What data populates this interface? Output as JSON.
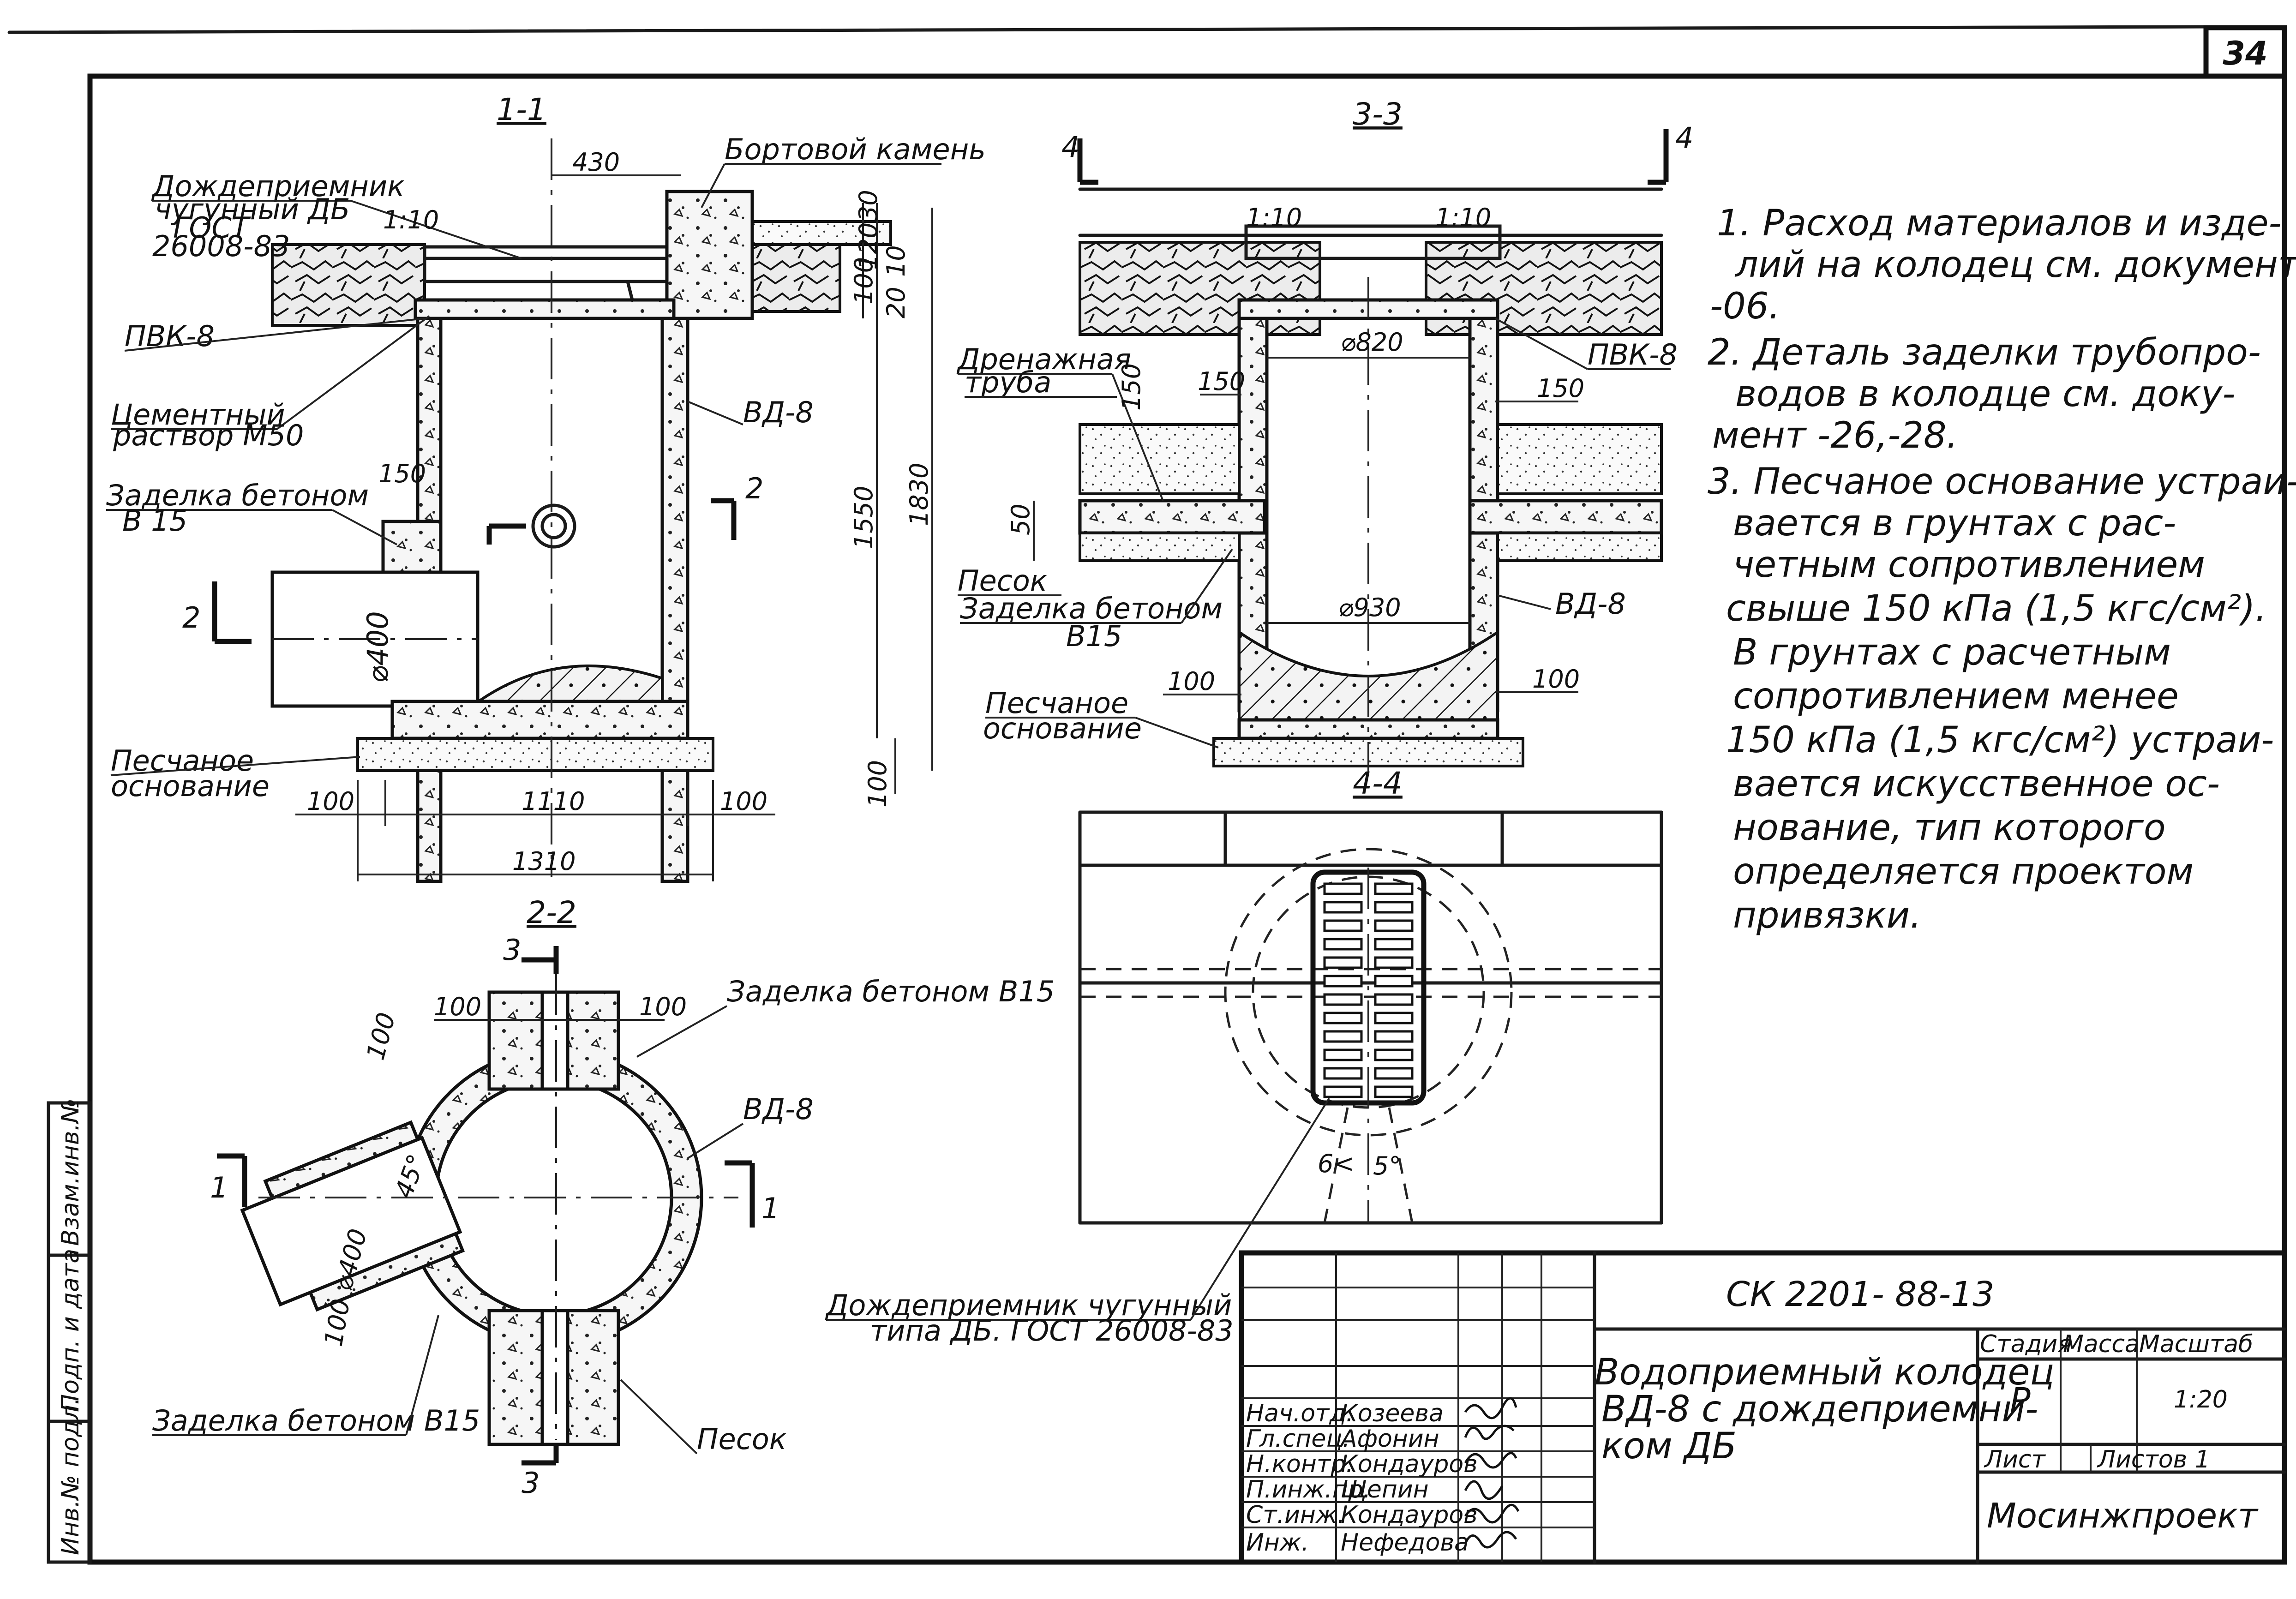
{
  "sheet_number": "34",
  "document_code": "СК 2201- 88-13",
  "title_lines": [
    "Водоприемный колодец",
    "ВД-8 с дождеприемни-",
    "ком ДБ"
  ],
  "organization": "Мосинжпроект",
  "stage_header": "Стадия",
  "mass_header": "Масса",
  "scale_header": "Масштаб",
  "stage": "Р",
  "scale": "1:20",
  "sheet_label": "Лист",
  "sheets_label": "Листов 1",
  "signatures": [
    {
      "role": "Нач.отд.",
      "name": "Козеева"
    },
    {
      "role": "Гл.спец.",
      "name": "Афонин"
    },
    {
      "role": "Н.контр.",
      "name": "Кондауров"
    },
    {
      "role": "П.инж.пр.",
      "name": "Щепин"
    },
    {
      "role": "Ст.инж.",
      "name": "Кондауров"
    },
    {
      "role": "Инж.",
      "name": "Нефедова"
    }
  ],
  "side_stamp": [
    "Инв.№ подл.",
    "Подп. и дата",
    "Взам.инв.№"
  ],
  "notes": [
    [
      "1. Расход материалов и изде-",
      "лий на колодец см. документ",
      "-06."
    ],
    [
      "2. Деталь заделки трубопро-",
      "водов в колодце см. доку-",
      "мент -26,-28."
    ],
    [
      "3. Песчаное основание устраи-",
      "вается в грунтах с рас-",
      "четным сопротивлением",
      "свыше 150 кПа (1,5 кгс/см²).",
      "В грунтах с расчетным",
      "сопротивлением менее",
      "150 кПа (1,5 кгс/см²) устраи-",
      "вается искусственное ос-",
      "нование, тип которого",
      "определяется проектом",
      "привязки."
    ]
  ],
  "section_1_1": {
    "title": "1-1",
    "labels": {
      "inlet": "Дождеприемник",
      "inlet_sub": "чугунный ДБ",
      "inlet_std": "ГОСТ",
      "inlet_std_num": "26008-83",
      "curb": "Бортовой камень",
      "pvk": "ПВК-8",
      "mortar": "Цементный",
      "mortar_sub": "раствор М50",
      "concrete_seal": "Заделка бетоном",
      "concrete_class": "В 15",
      "vd": "ВД-8",
      "sand_base": "Песчаное",
      "sand_base_sub": "основание",
      "pipe_d": "⌀400",
      "slope": "1:10",
      "cut_2": "2"
    },
    "dims": [
      "430",
      "30",
      "120",
      "100",
      "10",
      "20",
      "1550",
      "1830",
      "150",
      "100",
      "1110",
      "100",
      "1310",
      "100"
    ]
  },
  "section_3_3": {
    "title": "3-3",
    "labels": {
      "drain_pipe": "Дренажная",
      "drain_pipe_sub": "труба",
      "sand": "Песок",
      "concrete_seal": "Заделка бетоном",
      "concrete_class": "В15",
      "sand_base": "Песчаное",
      "sand_base_sub": "основание",
      "pvk": "ПВК-8",
      "vd": "ВД-8",
      "d_top": "⌀820",
      "d_bottom": "⌀930",
      "slope_l": "1:10",
      "slope_r": "1:10",
      "cut_4": "4"
    },
    "dims": [
      "150",
      "150",
      "50",
      "100",
      "100",
      "150"
    ]
  },
  "section_2_2": {
    "title": "2-2",
    "labels": {
      "seal_top": "Заделка бетоном В15",
      "seal_bottom": "Заделка бетоном В15",
      "vd": "ВД-8",
      "sand": "Песок",
      "pipe_d": "⌀400",
      "angle": "45°",
      "cut_1": "1",
      "cut_3": "3"
    },
    "dims": [
      "100",
      "100",
      "100",
      "100"
    ]
  },
  "section_4_4": {
    "title": "4-4",
    "labels": {
      "inlet": "Дождеприемник чугунный",
      "inlet_sub": "типа ДБ. ГОСТ 26008-83",
      "angle_a": "6<",
      "angle_b": "5°"
    }
  }
}
